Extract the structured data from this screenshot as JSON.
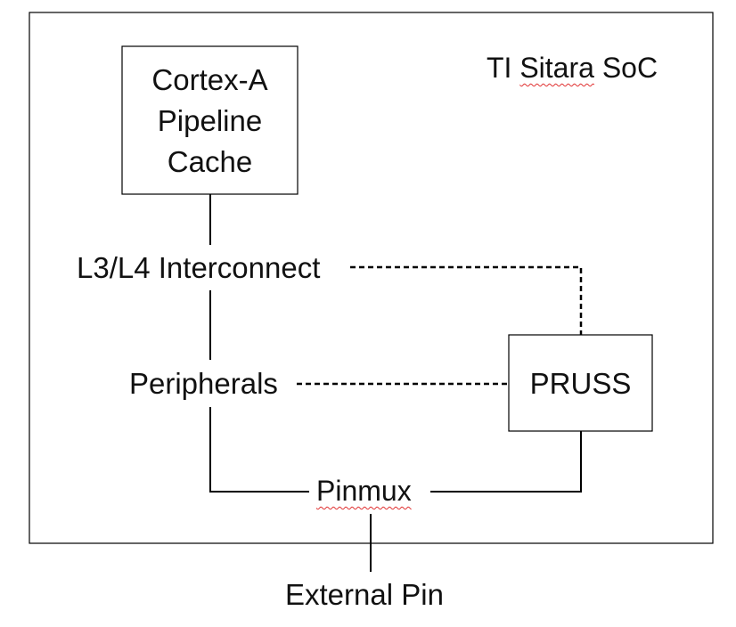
{
  "diagram": {
    "title_prefix": "TI ",
    "title_spellcheck_word": "Sitara",
    "title_suffix": " SoC",
    "cpu_box": {
      "line1": "Cortex-A",
      "line2": "Pipeline",
      "line3": "Cache"
    },
    "interconnect_label": "L3/L4 Interconnect",
    "peripherals_label": "Peripherals",
    "pruss_label": "PRUSS",
    "pinmux_label": "Pinmux",
    "external_pin_label": "External Pin",
    "colors": {
      "line": "#000000",
      "spellcheck_underline": "#e03030"
    }
  }
}
